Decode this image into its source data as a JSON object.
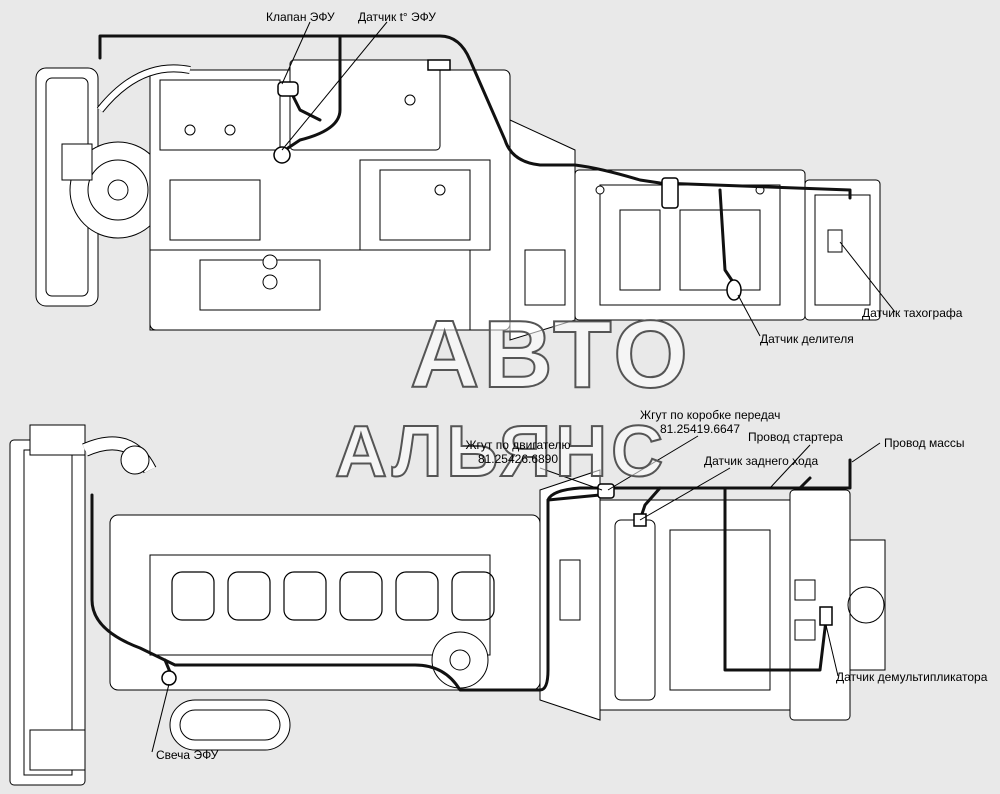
{
  "labels": {
    "klapan_efu": "Клапан ЭФУ",
    "datchik_t_efu": "Датчик t° ЭФУ",
    "datchik_tahografa": "Датчик тахографа",
    "datchik_delitelya": "Датчик делителя",
    "zhgut_kpp": "Жгут по коробке передач",
    "zhgut_kpp_num": "81.25419.6647",
    "provod_startera": "Провод стартера",
    "provod_massy": "Провод массы",
    "zhgut_dvig": "Жгут по двигателю",
    "zhgut_dvig_num": "81.25426.6890",
    "datchik_zadnego_hoda": "Датчик заднего хода",
    "svecha_efu": "Свеча ЭФУ",
    "datchik_demult": "Датчик демультипликатора"
  },
  "watermark": {
    "line1": "АВТО",
    "line2": "АЛЬЯНС"
  },
  "colors": {
    "background": "#e9e9e9",
    "panel": "#ffffff",
    "line": "#000000",
    "harness": "#111111"
  }
}
